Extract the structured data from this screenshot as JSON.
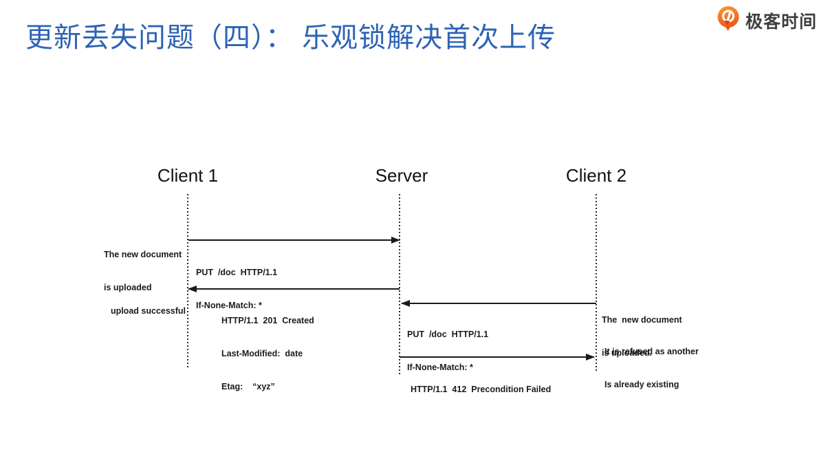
{
  "header": {
    "title": "更新丢失问题（四）： 乐观锁解决首次上传",
    "logo_text": "极客时间"
  },
  "colors": {
    "title_blue": "#2d63b5",
    "logo_orange": "#f4691d",
    "logo_orange_light": "#f99d33",
    "diagram_ink": "#1a1a1a"
  },
  "diagram": {
    "actors": {
      "client1": "Client 1",
      "server": "Server",
      "client2": "Client 2"
    },
    "messages": {
      "put1": {
        "from": "client1",
        "to": "server",
        "line1": "PUT  /doc  HTTP/1.1",
        "line2": "If-None-Match: *"
      },
      "created201": {
        "from": "server",
        "to": "client1",
        "line1": "HTTP/1.1  201  Created",
        "line2": "Last-Modified:  date",
        "line3": "Etag:    “xyz”"
      },
      "put2": {
        "from": "client2",
        "to": "server",
        "line1": "PUT  /doc  HTTP/1.1",
        "line2": "If-None-Match: *"
      },
      "failed412": {
        "from": "server",
        "to": "client2",
        "line1": "HTTP/1.1  412  Precondition Failed"
      }
    },
    "annotations": {
      "c1_upload": {
        "line1": "The new document",
        "line2": "is uploaded"
      },
      "c1_success": {
        "line1": "upload successful"
      },
      "c2_upload": {
        "line1": "The  new document",
        "line2": "is uploaded."
      },
      "c2_refused": {
        "line1": "It is refused as another",
        "line2": "Is already existing"
      }
    }
  }
}
